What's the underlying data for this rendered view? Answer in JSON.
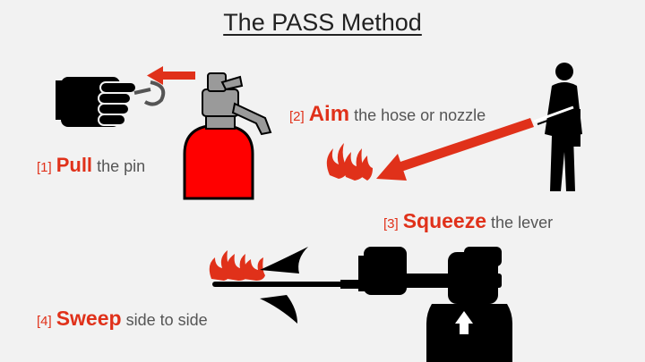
{
  "title": "The PASS Method",
  "steps": [
    {
      "number": "[1]",
      "keyword": "Pull",
      "text": "the pin"
    },
    {
      "number": "[2]",
      "keyword": "Aim",
      "text": "the hose or nozzle"
    },
    {
      "number": "[3]",
      "keyword": "Squeeze",
      "text": "the lever"
    },
    {
      "number": "[4]",
      "keyword": "Sweep",
      "text": "side to side"
    }
  ],
  "colors": {
    "accent": "#e0311a",
    "text": "#555555",
    "background": "#f2f2f2",
    "extinguisher_red": "#ff0000"
  }
}
